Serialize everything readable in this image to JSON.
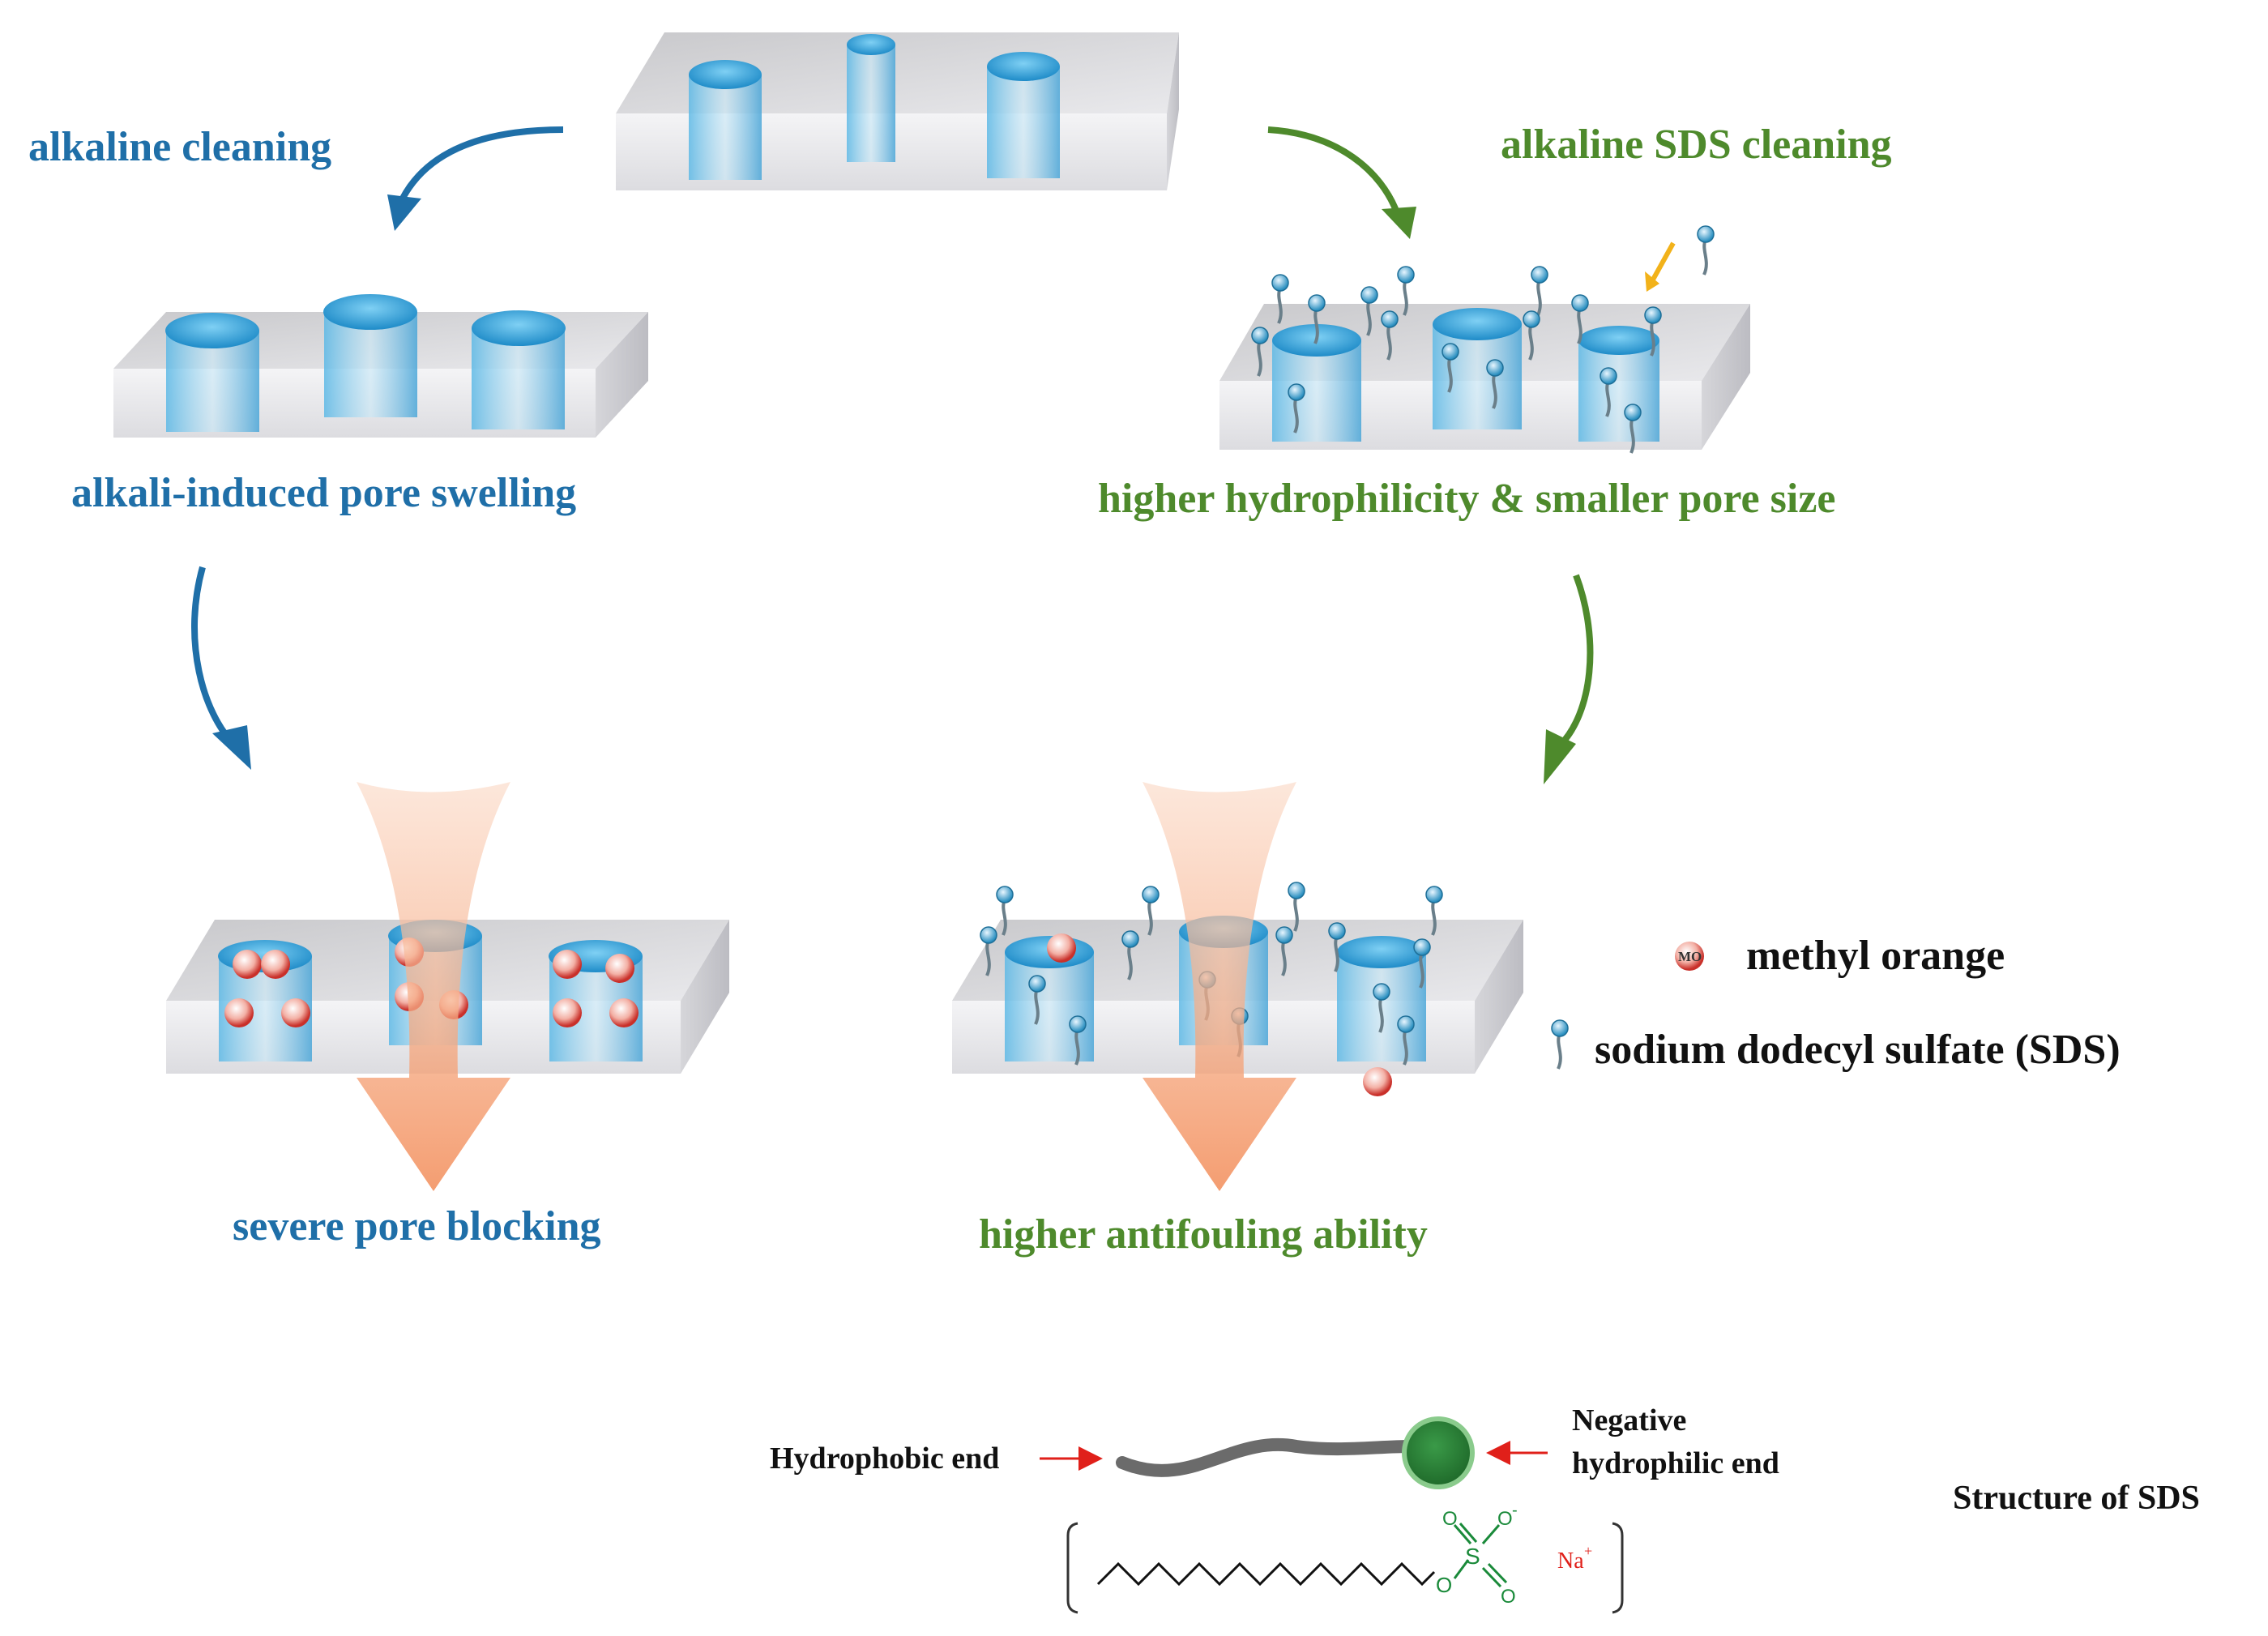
{
  "labels": {
    "alkaline_cleaning": "alkaline cleaning",
    "alkaline_sds_cleaning": "alkaline SDS cleaning",
    "pore_swelling": "alkali-induced pore swelling",
    "hydrophilicity": "higher hydrophilicity & smaller pore size",
    "pore_blocking": "severe pore blocking",
    "antifouling": "higher antifouling ability"
  },
  "legend": {
    "methyl_orange": "methyl orange",
    "sds": "sodium dodecyl sulfate (SDS)",
    "mo_tag": "MO"
  },
  "sds_structure": {
    "hydrophobic_end": "Hydrophobic end",
    "negative_line1": "Negative",
    "negative_line2": "hydrophilic end",
    "title": "Structure of SDS",
    "sodium": "Na",
    "sodium_charge": "+",
    "oxygen": "O",
    "sulfur": "S",
    "oxygen_minus": "O",
    "minus": "-"
  },
  "colors": {
    "blue_label": "#1f6fa8",
    "green_label": "#4e8a2c",
    "pore_blue": "#2aa0d8",
    "flow_arrow": "#f08c5a",
    "mo_red": "#d84a3a",
    "sds_head": "#2a7a3a"
  }
}
